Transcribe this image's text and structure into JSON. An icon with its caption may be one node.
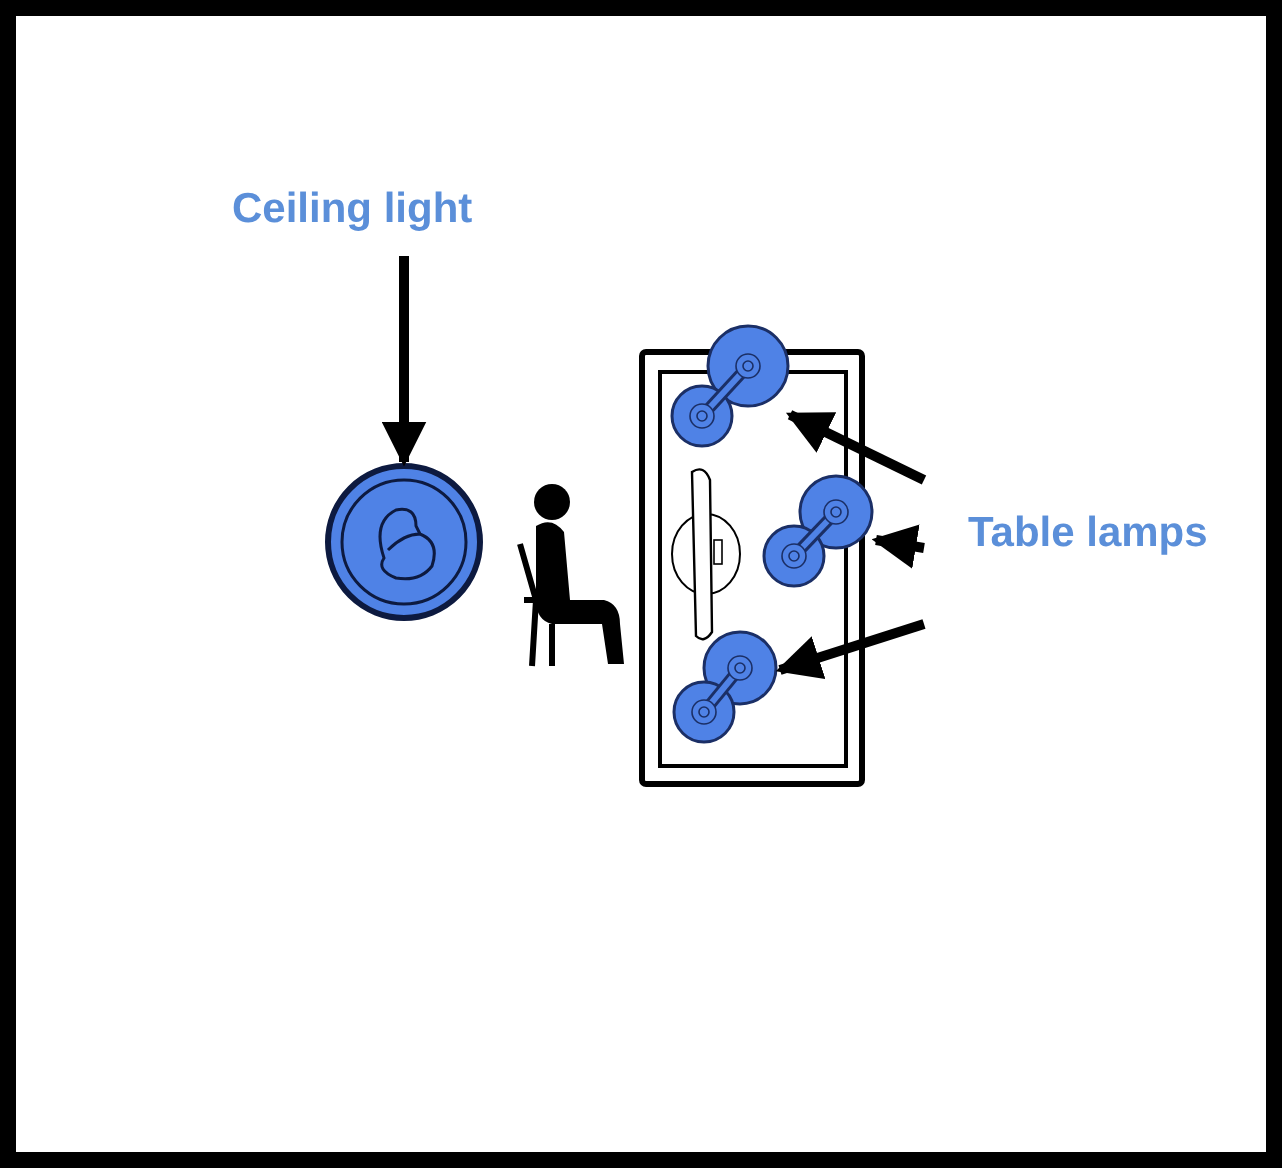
{
  "diagram": {
    "nodes": [
      {
        "text": [
          "Ceiling light"
        ]
      },
      {
        "text": [],
        "shape": "picture"
      },
      {
        "text": [
          "Table lamps"
        ]
      },
      {
        "text": [],
        "shape": "picture"
      },
      {
        "text": [],
        "shape": "picture"
      },
      {
        "text": [],
        "shape": "picture"
      }
    ],
    "edges": [
      {
        "from": 0,
        "to": 1,
        "arrow": "to"
      },
      {
        "from": 2,
        "to": 3,
        "arrow": "to"
      },
      {
        "from": 2,
        "to": 4,
        "arrow": "to"
      },
      {
        "from": 2,
        "to": 5,
        "arrow": "to"
      }
    ]
  }
}
